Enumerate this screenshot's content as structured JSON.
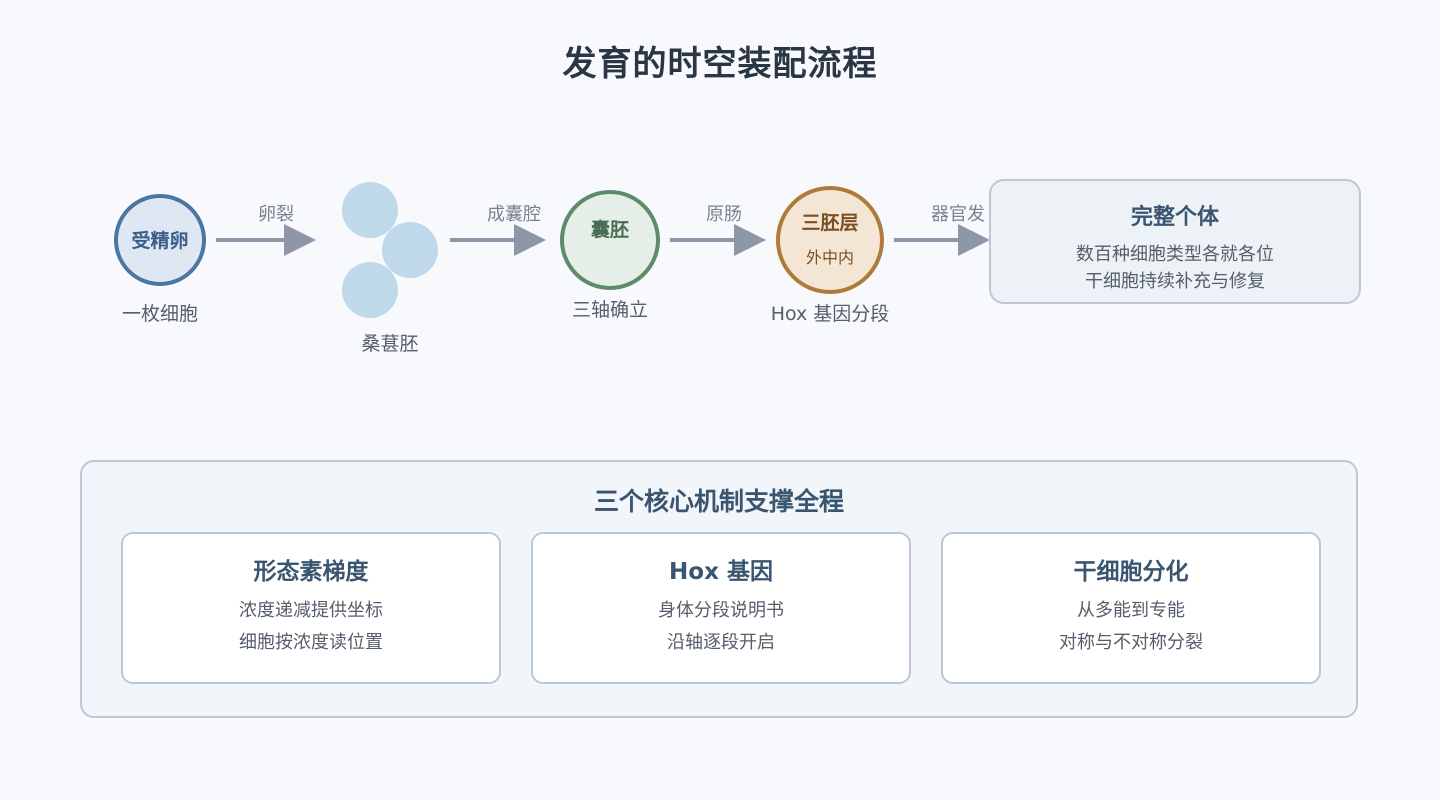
{
  "title": "发育的时空装配流程",
  "flow": {
    "zygote": {
      "label": "受精卵",
      "caption": "一枚细胞"
    },
    "arrow1": {
      "label": "卵裂"
    },
    "morula": {
      "caption": "桑葚胚"
    },
    "arrow2": {
      "label": "成囊腔"
    },
    "blastocyst": {
      "label": "囊胚",
      "caption": "三轴确立"
    },
    "arrow3": {
      "label": "原肠"
    },
    "germ_layers": {
      "label": "三胚层",
      "sublabel": "外中内",
      "caption": "Hox 基因分段"
    },
    "arrow4": {
      "label": "器官发"
    },
    "organism": {
      "title": "完整个体",
      "line1": "数百种细胞类型各就各位",
      "line2": "干细胞持续补充与修复"
    }
  },
  "mechanisms": {
    "title": "三个核心机制支撑全程",
    "cards": [
      {
        "title": "形态素梯度",
        "line1": "浓度递减提供坐标",
        "line2": "细胞按浓度读位置"
      },
      {
        "title": "Hox 基因",
        "line1": "身体分段说明书",
        "line2": "沿轴逐段开启"
      },
      {
        "title": "干细胞分化",
        "line1": "从多能到专能",
        "line2": "对称与不对称分裂"
      }
    ]
  },
  "colors": {
    "zygote_stroke": "#4a76a3",
    "zygote_fill": "#dfe8f2",
    "morula_fill": "#bfd8ea",
    "blastocyst_stroke": "#5e8b6a",
    "blastocyst_fill": "#e6efe7",
    "germ_stroke": "#b07a3c",
    "germ_fill": "#f4e6d4",
    "arrow": "#8e96a8",
    "organism_fill": "#edf2f6",
    "organism_stroke": "#bcc8d6"
  }
}
